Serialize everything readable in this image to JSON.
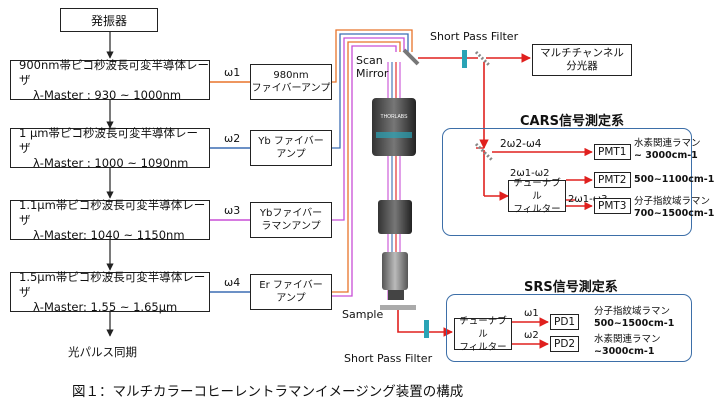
{
  "laser_chain": {
    "top_box": "発振器",
    "sources": [
      {
        "line1": "900nm帯ピコ秒波長可変半導体レーザ",
        "line2": "λ-Master  :  930 ~ 1000nm",
        "omega": "ω1",
        "amp": [
          "980nm",
          "ファイバーアンプ"
        ]
      },
      {
        "line1": "1 μm帯ピコ秒波長可変半導体レーザ",
        "line2": "λ-Master  :  1000 ~ 1090nm",
        "omega": "ω2",
        "amp": [
          "Yb ファイバー",
          "アンプ"
        ]
      },
      {
        "line1": "1.1μm帯ピコ秒波長可変半導体レーザ",
        "line2": "λ-Master:  1040 ~ 1150nm",
        "omega": "ω3",
        "amp": [
          "Ybファイバー",
          "ラマンアンプ"
        ]
      },
      {
        "line1": "1.5μm帯ピコ秒波長可変半導体レーザ",
        "line2": "λ-Master:  1.55 ~ 1.65μm",
        "omega": "ω4",
        "amp": [
          "Er ファイバー",
          "アンプ"
        ]
      }
    ],
    "sync_label": "光パルス同期"
  },
  "optics": {
    "scan_mirror": [
      "Scan",
      "Mirror"
    ],
    "short_pass_filter_top": "Short Pass Filter",
    "short_pass_filter_bottom": "Short Pass Filter",
    "sample": "Sample",
    "objective_brand": "THORLABS",
    "spectrometer": [
      "マルチチャンネル",
      "分光器"
    ]
  },
  "cars": {
    "title": "CARS信号測定系",
    "top_formula": "2ω2-ω4",
    "tunable": [
      "チューナブル",
      "フィルター"
    ],
    "formulas": [
      "2ω1-ω2",
      "2ω1-ω3"
    ],
    "pmts": [
      "PMT1",
      "PMT2",
      "PMT3"
    ],
    "ranges": [
      [
        "水素関連ラマン",
        "~ 3000cm-1"
      ],
      [
        "500~1100cm-1"
      ],
      [
        "分子指紋域ラマン",
        "700~1500cm-1"
      ]
    ]
  },
  "srs": {
    "title": "SRS信号測定系",
    "tunable": [
      "チューナブル",
      "フィルター"
    ],
    "omegas": [
      "ω1",
      "ω2"
    ],
    "pds": [
      "PD1",
      "PD2"
    ],
    "ranges": [
      [
        "分子指紋域ラマン",
        "500~1500cm-1"
      ],
      [
        "水素関連ラマン",
        "~3000cm-1"
      ]
    ]
  },
  "caption": "図１：マルチカラーコヒーレントラマンイメージング装置の構成",
  "colors": {
    "orange": "#e8742a",
    "blue": "#3c6db3",
    "purple": "#c84fd6",
    "red": "#e0201e",
    "frame": "#3d6fa8",
    "teal": "#2aa3b5"
  }
}
